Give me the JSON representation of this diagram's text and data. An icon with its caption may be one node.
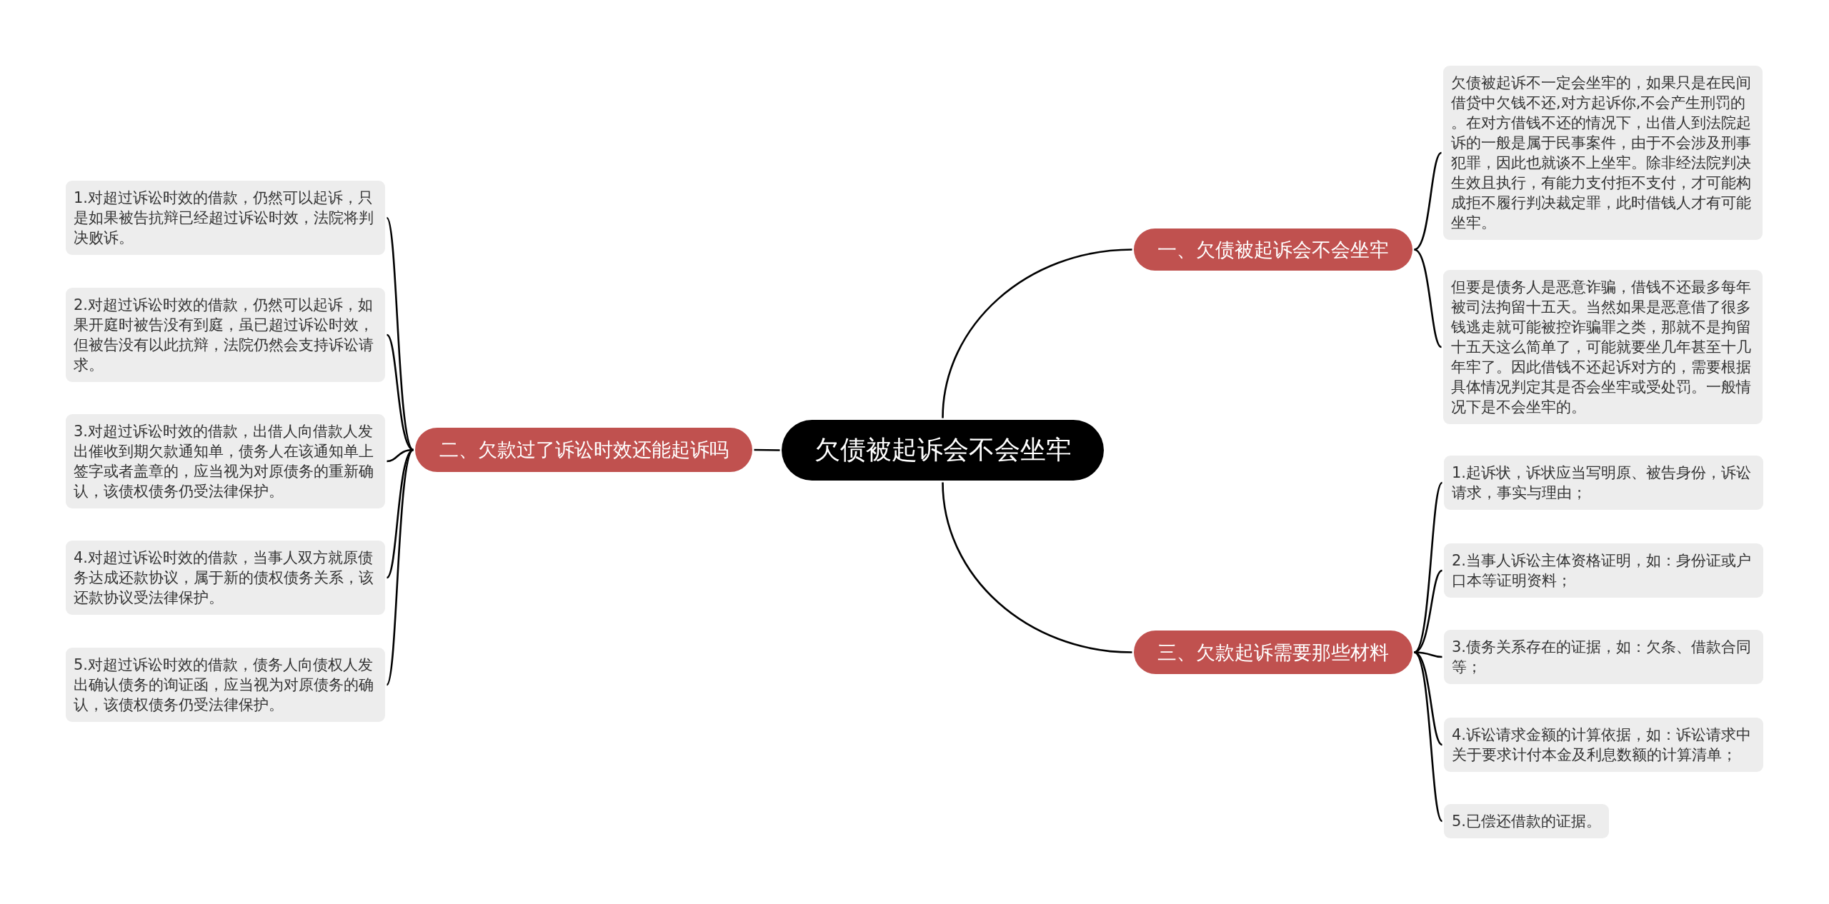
{
  "diagram": {
    "nodes": [
      {
        "text": [
          "欠债被起诉会不会坐牢"
        ]
      },
      {
        "text": [
          "一、欠债被起诉会不会坐牢"
        ]
      },
      {
        "text": [
          "欠债被起诉不一定会坐牢的，如果只是在民间借贷中欠钱不还,对方起诉你,不会产生刑罚的。在对方借钱不还的情况下，出借人到法院起诉的一般是属于民事案件，由于不会涉及刑事犯罪，因此也就谈不上坐牢。除非经法院判决生效且执行，有能力支付拒不支付，才可能构成拒不履行判决裁定罪，此时借钱人才有可能坐牢。"
        ]
      },
      {
        "text": [
          "但要是债务人是恶意诈骗，借钱不还最多每年被司法拘留十五天。当然如果是恶意借了很多钱逃走就可能被控诈骗罪之类，那就不是拘留十五天这么简单了，可能就要坐几年甚至十几年牢了。因此借钱不还起诉对方的，需要根据具体情况判定其是否会坐牢或受处罚。一般情况下是不会坐牢的。"
        ]
      },
      {
        "text": [
          "二、欠款过了诉讼时效还能起诉吗"
        ]
      },
      {
        "text": [
          "1.对超过诉讼时效的借款，仍然可以起诉，只是如果被告抗辩已经超过诉讼时效，法院将判决败诉。"
        ]
      },
      {
        "text": [
          "2.对超过诉讼时效的借款，仍然可以起诉，如果开庭时被告没有到庭，虽已超过诉讼时效，但被告没有以此抗辩，法院仍然会支持诉讼请求。"
        ]
      },
      {
        "text": [
          "3.对超过诉讼时效的借款，出借人向借款人发出催收到期欠款通知单，债务人在该通知单上签字或者盖章的，应当视为对原债务的重新确认，该债权债务仍受法律保护。"
        ]
      },
      {
        "text": [
          "4.对超过诉讼时效的借款，当事人双方就原债务达成还款协议，属于新的债权债务关系，该还款协议受法律保护。"
        ]
      },
      {
        "text": [
          "5.对超过诉讼时效的借款，债务人向债权人发出确认债务的询证函，应当视为对原债务的确认，该债权债务仍受法律保护。"
        ]
      },
      {
        "text": [
          "三、欠款起诉需要那些材料"
        ]
      },
      {
        "text": [
          "1.起诉状，诉状应当写明原、被告身份，诉讼请求，事实与理由；"
        ]
      },
      {
        "text": [
          "2.当事人诉讼主体资格证明，如：身份证或户口本等证明资料；"
        ]
      },
      {
        "text": [
          "3.债务关系存在的证据，如：欠条、借款合同等；"
        ]
      },
      {
        "text": [
          "4.诉讼请求金额的计算依据，如：诉讼请求中关于要求计付本金及利息数额的计算清单；"
        ]
      },
      {
        "text": [
          "5.已偿还借款的证据。"
        ]
      }
    ],
    "edges": [
      {
        "from": 0,
        "to": 1,
        "arrow": "none"
      },
      {
        "from": 1,
        "to": 2,
        "arrow": "none"
      },
      {
        "from": 1,
        "to": 3,
        "arrow": "none"
      },
      {
        "from": 0,
        "to": 4,
        "arrow": "none"
      },
      {
        "from": 4,
        "to": 5,
        "arrow": "none"
      },
      {
        "from": 4,
        "to": 6,
        "arrow": "none"
      },
      {
        "from": 4,
        "to": 7,
        "arrow": "none"
      },
      {
        "from": 4,
        "to": 8,
        "arrow": "none"
      },
      {
        "from": 4,
        "to": 9,
        "arrow": "none"
      },
      {
        "from": 0,
        "to": 10,
        "arrow": "none"
      },
      {
        "from": 10,
        "to": 11,
        "arrow": "none"
      },
      {
        "from": 10,
        "to": 12,
        "arrow": "none"
      },
      {
        "from": 10,
        "to": 13,
        "arrow": "none"
      },
      {
        "from": 10,
        "to": 14,
        "arrow": "none"
      },
      {
        "from": 10,
        "to": 15,
        "arrow": "none"
      }
    ]
  }
}
